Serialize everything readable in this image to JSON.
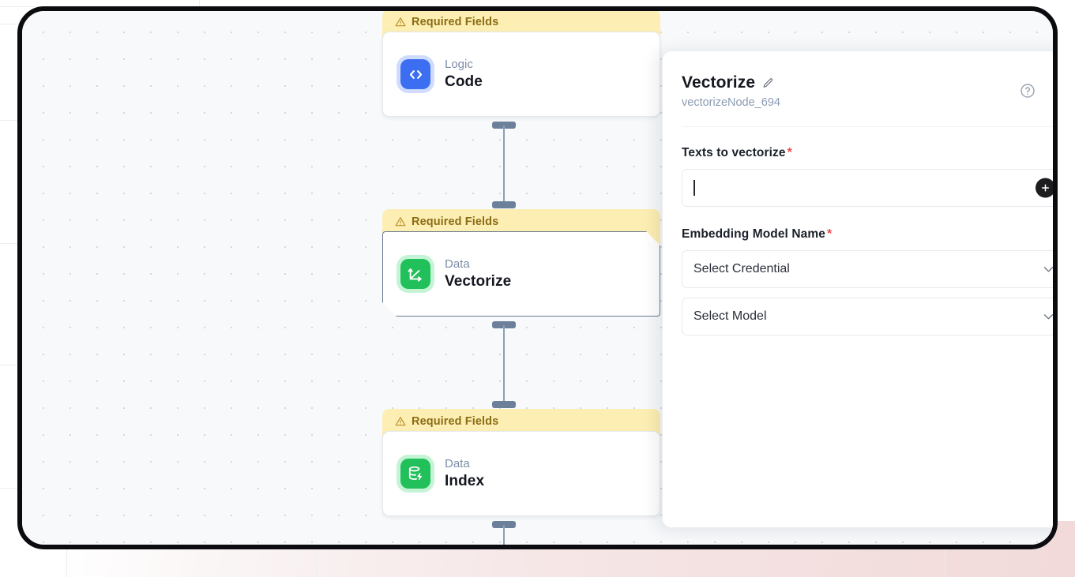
{
  "canvas": {
    "grid": true,
    "background_color": "#f7f9fb"
  },
  "nodes": [
    {
      "id": "code",
      "banner": "Required Fields",
      "banner_icon": "warning-triangle-icon",
      "category": "Logic",
      "title": "Code",
      "icon": "code-brackets-icon",
      "icon_color": "#3b6ef0",
      "selected": false
    },
    {
      "id": "vectorize",
      "banner": "Required Fields",
      "banner_icon": "warning-triangle-icon",
      "category": "Data",
      "title": "Vectorize",
      "icon": "vector-axes-icon",
      "icon_color": "#21c05a",
      "selected": true
    },
    {
      "id": "index",
      "banner": "Required Fields",
      "banner_icon": "warning-triangle-icon",
      "category": "Data",
      "title": "Index",
      "icon": "database-bolt-icon",
      "icon_color": "#21c05a",
      "selected": false
    }
  ],
  "panel": {
    "title": "Vectorize",
    "edit_icon": "pencil-icon",
    "subtitle": "vectorizeNode_694",
    "help_icon": "help-circle-icon",
    "close_icon": "close-icon",
    "fields": [
      {
        "label": "Texts to vectorize",
        "required_marker": "*",
        "info_icon": "info-circle-icon",
        "type": "text-with-add",
        "value": "",
        "placeholder": "",
        "add_icon": "plus-icon"
      },
      {
        "label": "Embedding Model Name",
        "required_marker": "*",
        "info_icon": "info-circle-icon",
        "type": "select-pair",
        "credential_value": "Select Credential",
        "model_value": "Select Model",
        "chevron_icon": "chevron-down-icon"
      }
    ]
  },
  "colors": {
    "banner_bg": "#fdeeb3",
    "banner_text": "#8a6d15",
    "required_star": "#ef4b51",
    "node_blue": "#3b6ef0",
    "node_green": "#21c05a",
    "edge": "#6c8099"
  }
}
